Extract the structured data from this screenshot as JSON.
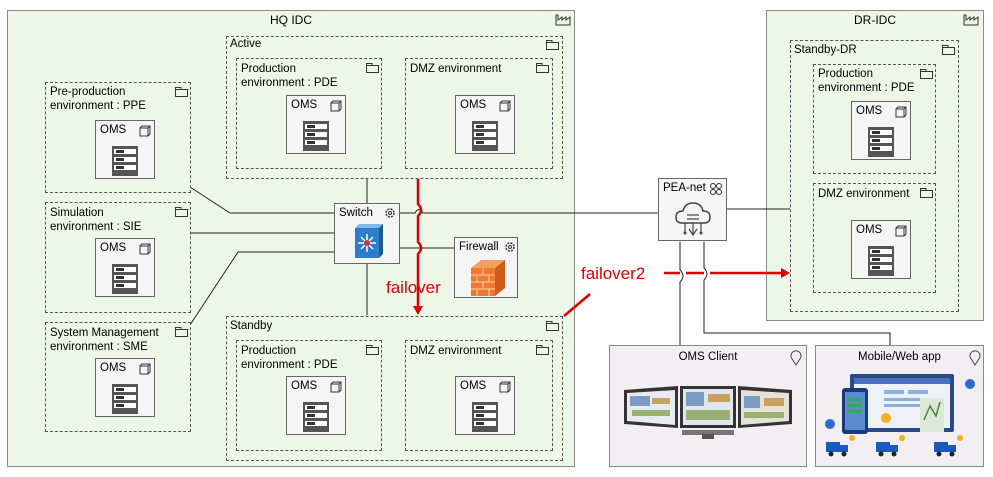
{
  "regions": {
    "hq": "HQ IDC",
    "dr": "DR-IDC",
    "active": "Active",
    "standby": "Standby",
    "standby_dr": "Standby-DR"
  },
  "environments": {
    "ppe": "Pre-production\nenvironment : PPE",
    "sie": "Simulation\nenvironment : SIE",
    "sme": "System Management\nenvironment : SME",
    "pde": "Production\nenvironment : PDE",
    "dmz": "DMZ environment"
  },
  "nodes": {
    "oms": "OMS",
    "switch": "Switch",
    "firewall": "Firewall",
    "pea_net": "PEA-net"
  },
  "clients": {
    "oms_client": "OMS Client",
    "mobile_web": "Mobile/Web app"
  },
  "annotations": {
    "failover": "failover",
    "failover2": "failover2"
  },
  "colors": {
    "region_fill": "#eef6e8",
    "failover_red": "#e00000",
    "client_fill": "#f2eef2"
  },
  "icons": {
    "server": "server-icon",
    "package": "package-icon",
    "factory": "factory-icon",
    "gear": "gear-icon",
    "cloud_network": "cloud-network-icon",
    "location": "location-pin-icon"
  }
}
